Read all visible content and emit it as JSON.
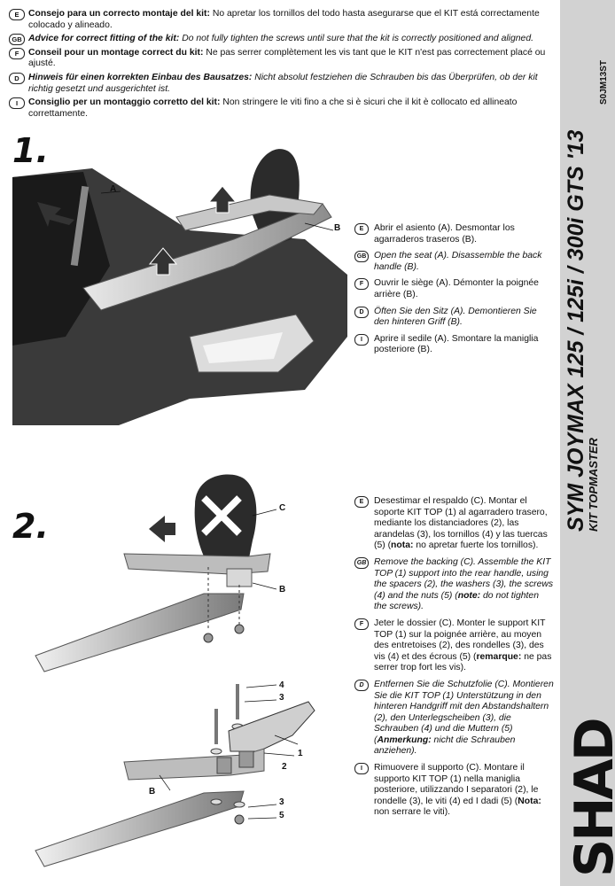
{
  "notes": [
    {
      "lang": "E",
      "title": "Consejo para un correcto montaje del kit:",
      "text": "No apretar los tornillos del todo hasta asegurarse que el KIT está correctamente colocado y alineado.",
      "italic": false
    },
    {
      "lang": "GB",
      "title": "Advice for correct fitting of the kit:",
      "text": "Do not fully tighten the screws until sure that the kit is correctly positioned and aligned.",
      "italic": true
    },
    {
      "lang": "F",
      "title": "Conseil pour un montage correct du kit:",
      "text": "Ne pas serrer complètement les vis tant que le KIT n'est pas correctement placé ou ajusté.",
      "italic": false
    },
    {
      "lang": "D",
      "title": "Hinweis für einen korrekten Einbau des Bausatzes:",
      "text": "Nicht absolut festziehen die Schrauben bis das Überprüfen, ob der kit richtig gesetzt und ausgerichtet ist.",
      "italic": true
    },
    {
      "lang": "I",
      "title": "Consiglio per un montaggio corretto del kit:",
      "text": "Non stringere le viti fino a che si è sicuri che il kit è collocato ed allineato correttamente.",
      "italic": false
    }
  ],
  "step1": {
    "number": "1.",
    "labels": {
      "a": "A",
      "b": "B"
    },
    "items": [
      {
        "lang": "E",
        "text": "Abrir el asiento (A). Desmontar los agarraderos traseros (B).",
        "italic": false
      },
      {
        "lang": "GB",
        "text": "Open the seat (A). Disassemble the back handle (B).",
        "italic": true
      },
      {
        "lang": "F",
        "text": "Ouvrir le siège (A). Démonter la poignée arrière (B).",
        "italic": false
      },
      {
        "lang": "D",
        "text": "Öften Sie den Sitz (A). Demontieren Sie den hinteren Griff (B).",
        "italic": true
      },
      {
        "lang": "I",
        "text": "Aprire il sedile (A). Smontare la maniglia posteriore (B).",
        "italic": false
      }
    ]
  },
  "step2": {
    "number": "2.",
    "labels": {
      "c": "C",
      "b": "B",
      "b2": "B",
      "n4": "4",
      "n3": "3",
      "n1": "1",
      "n2": "2",
      "n3b": "3",
      "n5": "5"
    },
    "items": [
      {
        "lang": "E",
        "italic": false,
        "pre": "Desestimar el respaldo (C). Montar el soporte KIT TOP (1) al agarradero trasero, mediante los distanciadores (2), las arandelas (3), los tornillos (4) y las tuercas (5) (",
        "note": "nota:",
        "post": " no apretar fuerte los tornillos)."
      },
      {
        "lang": "GB",
        "italic": true,
        "pre": "Remove the backing (C). Assemble the KIT TOP (1) support into the rear handle, using the spacers (2), the washers (3), the screws (4) and the nuts (5) (",
        "note": "note:",
        "post": " do not tighten the screws)."
      },
      {
        "lang": "F",
        "italic": false,
        "pre": "Jeter le dossier (C). Monter le support KIT TOP (1) sur la poignée arrière, au moyen des entretoises (2), des rondelles (3), des vis (4) et des écrous (5) (",
        "note": "remarque:",
        "post": " ne pas serrer trop fort les vis)."
      },
      {
        "lang": "D",
        "italic": true,
        "pre": "Entfernen Sie die Schutzfolie (C). Montieren Sie die KIT TOP (1) Unterstützung in den hinteren Handgriff mit den Abstandshaltern (2), den Unterlegscheiben (3), die Schrauben (4) und die Muttern (5) (",
        "note": "Anmerkung:",
        "post": " nicht die Schrauben anziehen)."
      },
      {
        "lang": "I",
        "italic": false,
        "pre": "Rimuovere il supporto (C). Montare il supporto  KIT TOP (1) nella maniglia posteriore, utilizzando I separatori (2), le rondelle (3), le viti (4) ed I dadi (5) (",
        "note": "Nota:",
        "post": " non serrare le viti)."
      }
    ]
  },
  "sidebar": {
    "title": "SYM JOYMAX 125 / 125i / 300i GTS '13",
    "subtitle": "KIT TOPMASTER",
    "code": "S0JM13ST",
    "logo": "SHAD"
  }
}
